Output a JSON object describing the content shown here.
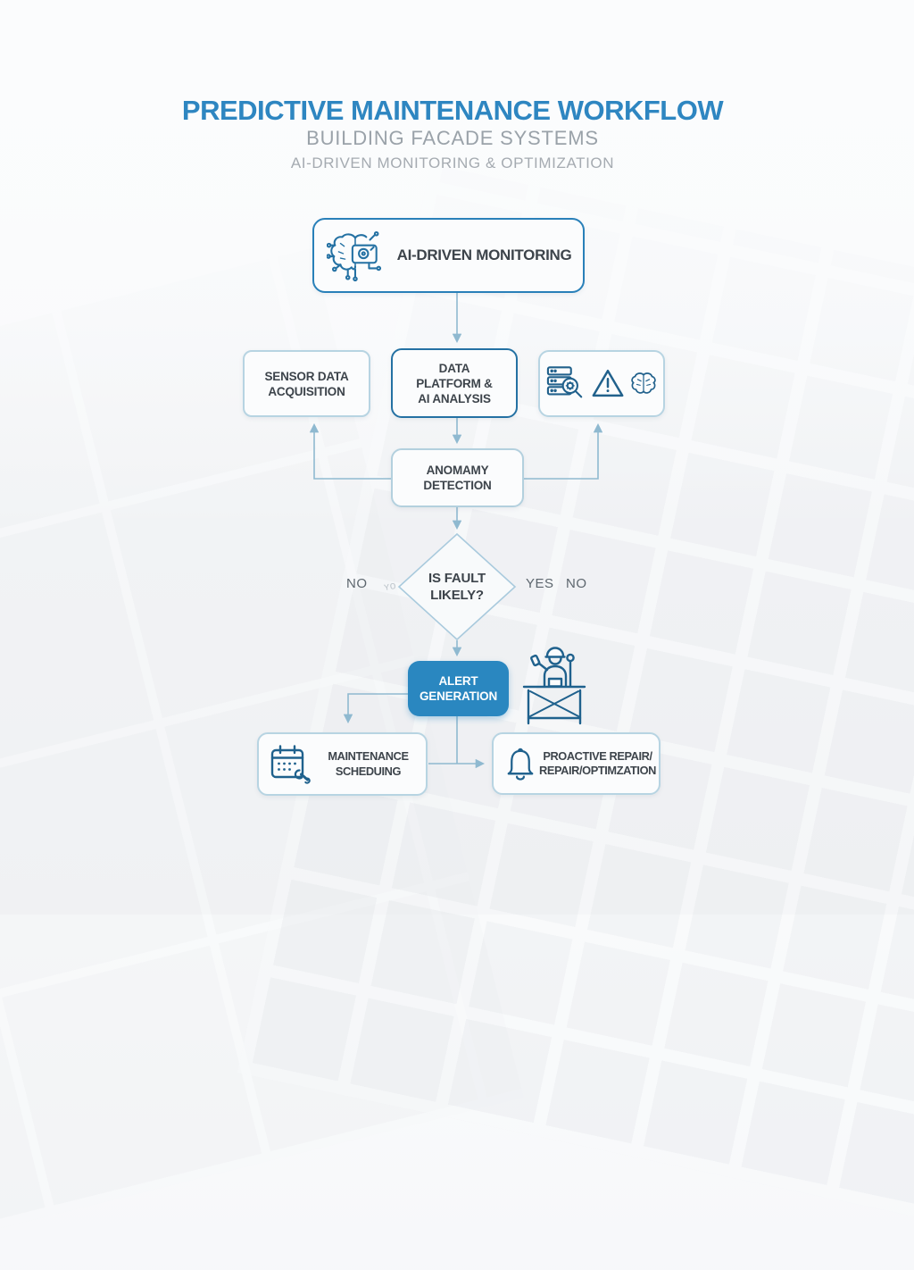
{
  "header": {
    "title": "PREDICTIVE MAINTENANCE WORKFLOW",
    "subtitle": "BUILDING FACADE SYSTEMS",
    "tagline": "AI-DRIVEN MONITORING & OPTIMIZATION"
  },
  "nodes": {
    "monitoring": {
      "label": "AI-DRIVEN MONITORING",
      "icon": "brain-camera-icon"
    },
    "sensor": {
      "label": "SENSOR DATA\nACQUISITION"
    },
    "platform": {
      "label": "DATA\nPLATFORM &\nAI ANALYSIS"
    },
    "icon_panel": {
      "icons": [
        "server-search-icon",
        "warning-triangle-icon",
        "brain-icon"
      ]
    },
    "anomaly": {
      "label": "ANOMAMY\nDETECTION"
    },
    "decision": {
      "label": "IS FAULT\nLIKELY?",
      "branch_left": "NO",
      "branch_left_scribble": "ʏo",
      "branch_right": "YES",
      "branch_right_extra": "NO"
    },
    "alert": {
      "label": "ALERT\nGENERATION"
    },
    "worker": {
      "icon": "worker-scaffold-icon"
    },
    "maintenance": {
      "label": "MAINTENANCE\nSCHEDUING",
      "icon": "calendar-wrench-icon"
    },
    "proactive": {
      "label": "PROACTIVE REPAIR/\nREPAIR/OPTIMZATION",
      "icon": "bell-icon"
    }
  },
  "colors": {
    "accent_blue": "#2e86c1",
    "dark_border": "#2471a3",
    "light_border": "#b7d4e2",
    "connector": "#8fb9d0",
    "alert_fill": "#2a87c0",
    "icon_stroke": "#21618c",
    "text_dark": "#3d444b",
    "text_gray": "#9aa2a9"
  }
}
